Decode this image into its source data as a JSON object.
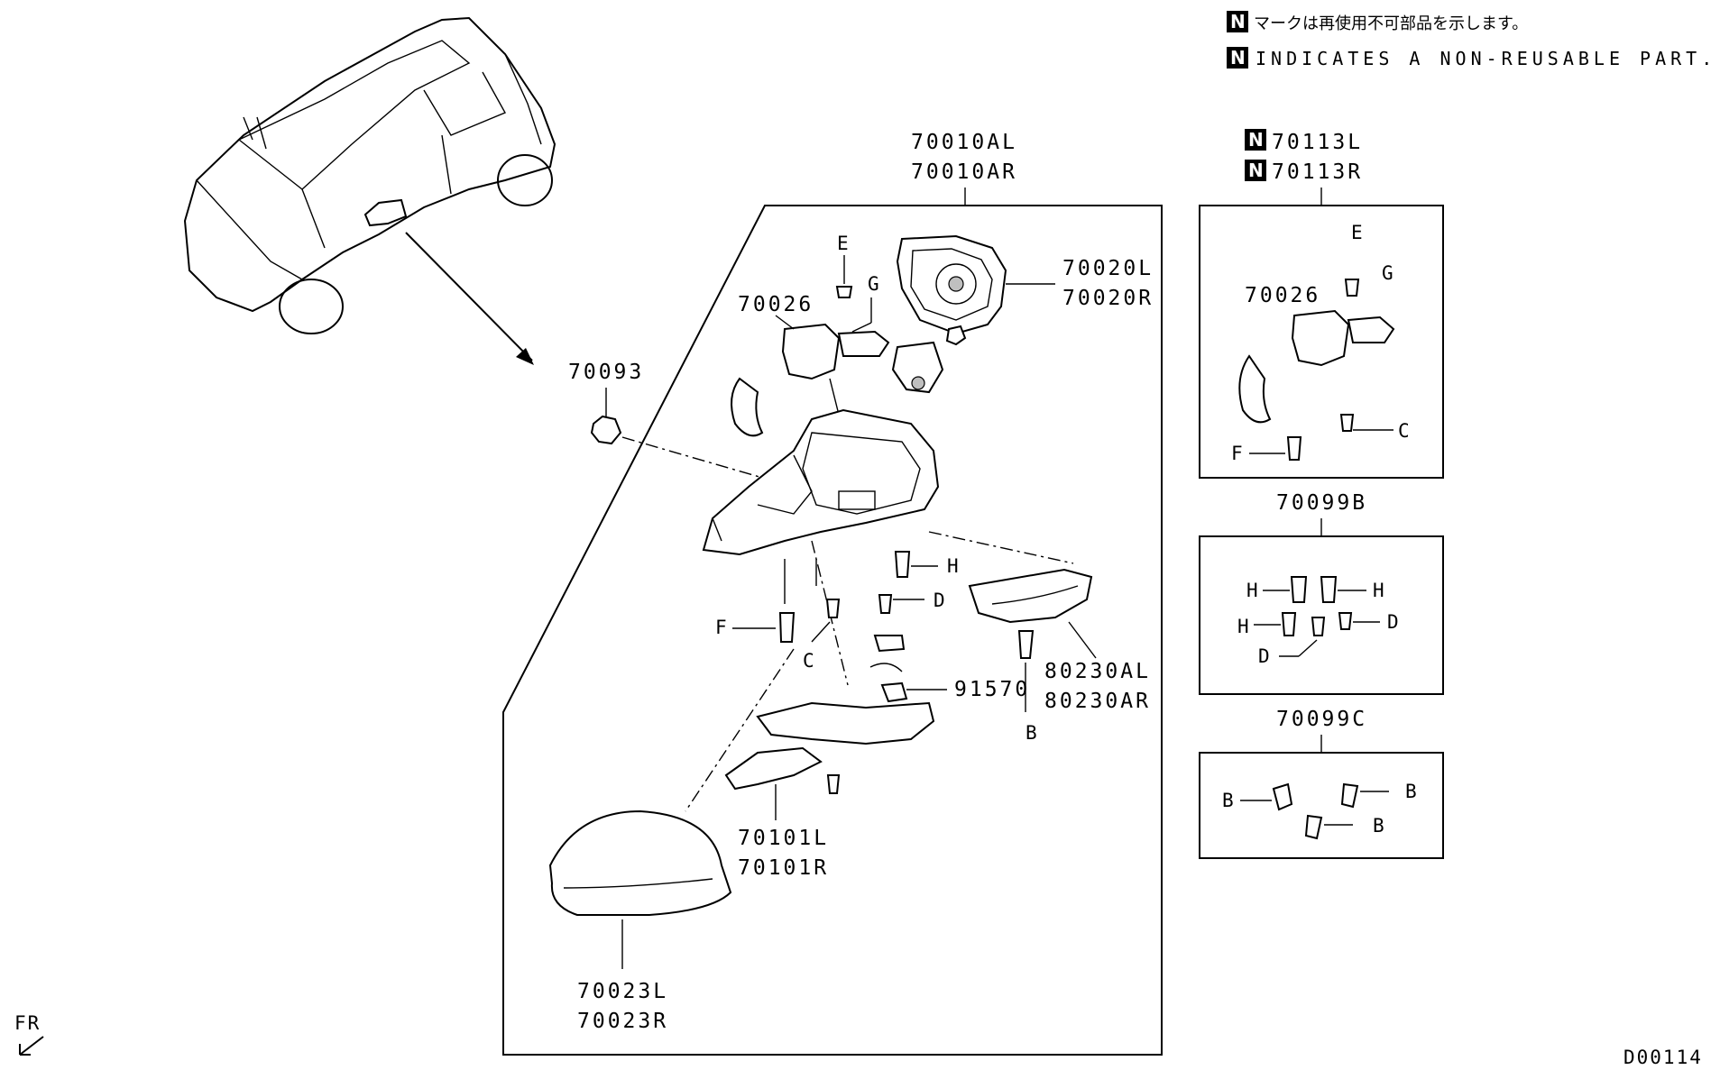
{
  "legend": {
    "n_symbol": "N",
    "jp_note": "マークは再使用不可部品を示します。",
    "en_note": "INDICATES A NON-REUSABLE PART."
  },
  "labels": {
    "p70093": "70093",
    "p70010AL": "70010AL",
    "p70010AR": "70010AR",
    "p70020L": "70020L",
    "p70020R": "70020R",
    "p70026": "70026",
    "p80230AL": "80230AL",
    "p80230AR": "80230AR",
    "p91570": "91570",
    "p70101L": "70101L",
    "p70101R": "70101R",
    "p70023L": "70023L",
    "p70023R": "70023R",
    "p70113L": "70113L",
    "p70113R": "70113R",
    "p70026b": "70026",
    "p70099B": "70099B",
    "p70099C": "70099C"
  },
  "letters": {
    "E": "E",
    "G": "G",
    "H": "H",
    "D": "D",
    "F": "F",
    "C": "C",
    "B": "B"
  },
  "front_marker": "FR",
  "diagram_code": "D00114"
}
